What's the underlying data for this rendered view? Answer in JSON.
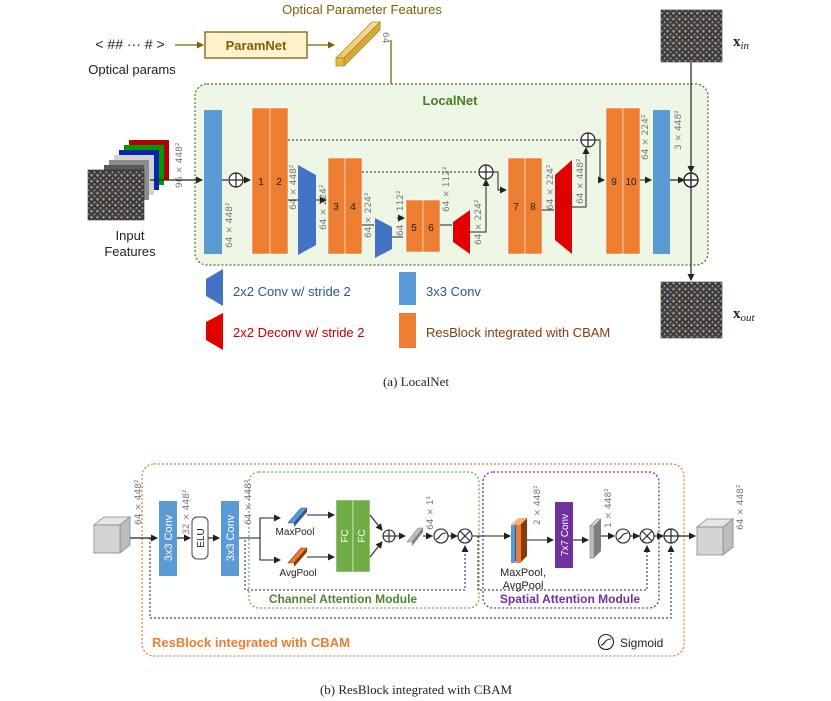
{
  "top": {
    "optical_param_features": "Optical Parameter Features",
    "optical_code": "< ## ··· # >",
    "optical_params": "Optical params",
    "paramnet": "ParamNet",
    "feature_dim": "64",
    "localnet": "LocalNet",
    "input_features": [
      "Input",
      "Features"
    ],
    "input_dim": "96 × 448²",
    "x_in": "x",
    "x_in_sub": "in",
    "x_out": "x",
    "x_out_sub": "out",
    "block_labels": [
      "1",
      "2",
      "3",
      "4",
      "5",
      "6",
      "7",
      "8",
      "9",
      "10"
    ],
    "dims": {
      "d1": "64 × 448²",
      "d2": "64 × 448²",
      "d3": "64 × 224²",
      "d4": "64 × 224²",
      "d5": "64 × 112²",
      "d6": "64 × 112²",
      "d7": "64 × 224²",
      "d8": "64 × 224²",
      "d9": "64 × 448²",
      "d10": "64 × 224²",
      "d11": "3 × 448²"
    },
    "legend": {
      "conv_stride": "2x2 Conv w/ stride 2",
      "deconv_stride": "2x2 Deconv w/ stride 2",
      "conv3": "3x3 Conv",
      "resblock": "ResBlock integrated with CBAM"
    },
    "caption": "(a) LocalNet"
  },
  "bottom": {
    "in_dim": "64 × 448²",
    "conv_a": "3x3 Conv",
    "dim_a": "32 × 448²",
    "elu": "ELU",
    "conv_b": "3x3 Conv",
    "dim_b": "64 × 448²",
    "maxpool": "MaxPool",
    "avgpool": "AvgPool",
    "fc": "FC",
    "dim_c": "64 × 1¹",
    "cam": "Channel Attention Module",
    "pool_combo": [
      "MaxPool,",
      "AvgPool"
    ],
    "dim_d": "2 × 448²",
    "conv7": "7x7 Conv",
    "dim_e": "1 × 448²",
    "sam": "Spatial Attention Module",
    "out_dim": "64 × 448²",
    "resblock_title": "ResBlock integrated with CBAM",
    "sigmoid": "Sigmoid",
    "caption": "(b) ResBlock integrated with CBAM"
  },
  "colors": {
    "orange": "#ED7D31",
    "blue": "#5B9BD5",
    "dark_blue": "#4472C4",
    "red": "#E00000",
    "green": "#70AD47",
    "purple": "#7030A0",
    "olive": "#7F6000",
    "paramnet_fill": "#FFF2CC"
  }
}
